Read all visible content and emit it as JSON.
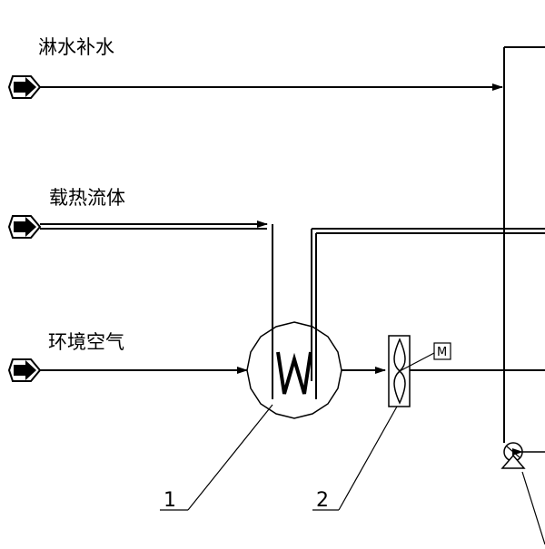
{
  "inlets": {
    "spray_makeup_water": "淋水补水",
    "heat_carrier_fluid": "载热流体",
    "ambient_air": "环境空气"
  },
  "callouts": {
    "heat_exchanger_number": "1",
    "fan_number": "2"
  },
  "motor_label": "M"
}
